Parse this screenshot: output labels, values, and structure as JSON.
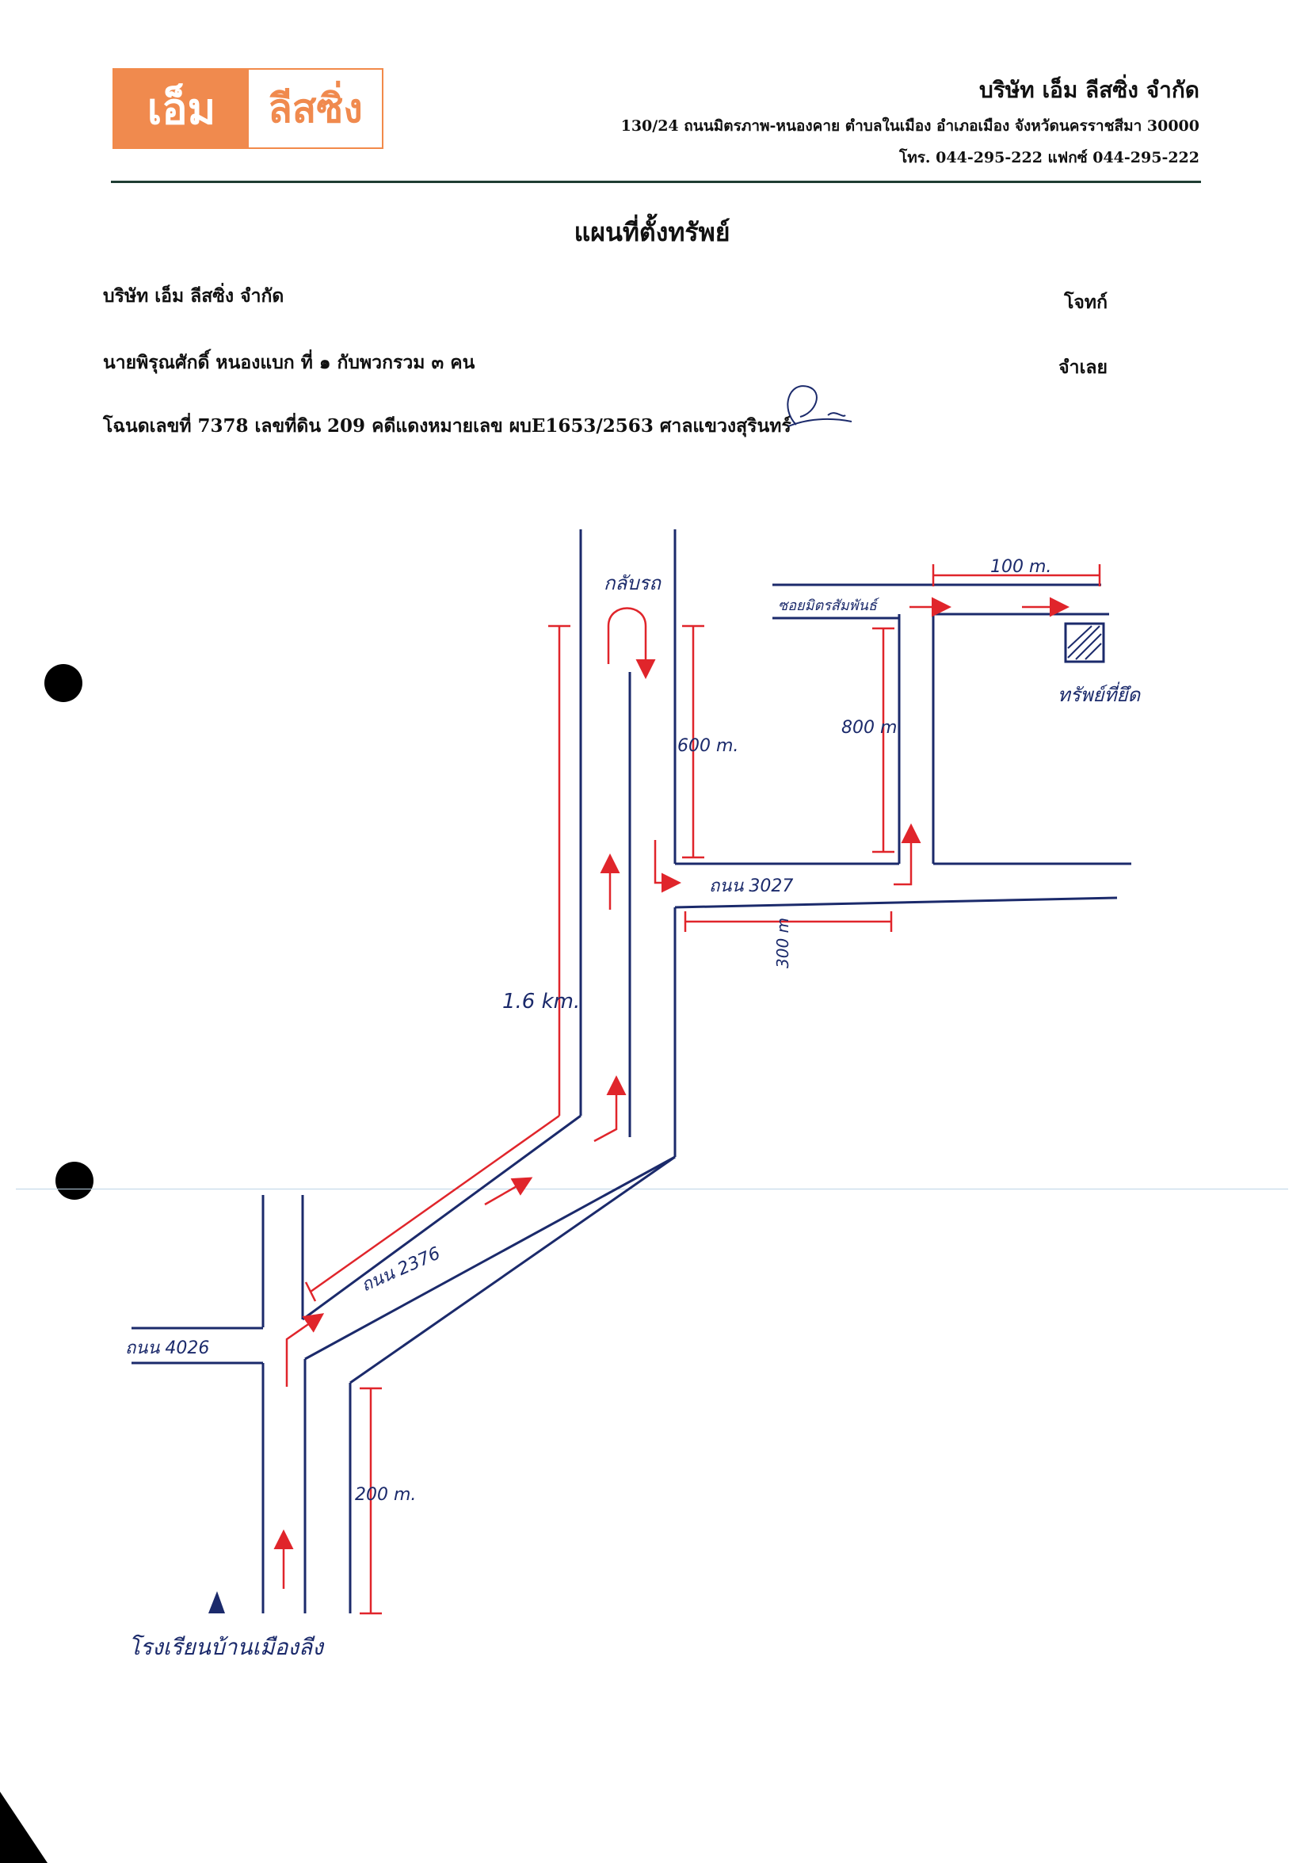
{
  "header": {
    "logo_part1": "เอ็ม",
    "logo_part2": "ลีสซิ่ง",
    "company_name": "บริษัท เอ็ม ลีสซิ่ง จำกัด",
    "address": "130/24 ถนนมิตรภาพ-หนองคาย ตำบลในเมือง อำเภอเมือง จังหวัดนครราชสีมา 30000",
    "contact": "โทร. 044-295-222   แฟกซ์ 044-295-222"
  },
  "title": "แผนที่ตั้งทรัพย์",
  "parties": {
    "plaintiff_name": "บริษัท เอ็ม ลีสซิ่ง จำกัด",
    "plaintiff_role": "โจทก์",
    "defendant_name": "นายพิรุณศักดิ์ หนองแบก ที่ ๑ กับพวกรวม ๓ คน",
    "defendant_role": "จำเลย"
  },
  "deed_line": "โฉนดเลขที่ 7378 เลขที่ดิน 209 คดีแดงหมายเลข ผบE1653/2563 ศาลแขวงสุรินทร์",
  "map": {
    "labels": {
      "u_turn": "กลับรถ",
      "soi": "ซอยมิตรสัมพันธ์",
      "dist_100m": "100 m.",
      "dist_600m": "600 m.",
      "dist_800m": "800 m",
      "road_3027": "ถนน 3027",
      "dist_300m": "300 m",
      "dist_1_6km": "1.6 km.",
      "road_2376": "ถนน 2376",
      "road_4026": "ถนน 4026",
      "dist_200m": "200 m.",
      "property": "ทรัพย์ที่ยึด",
      "start_point": "โรงเรียนบ้านเมืองลีง"
    },
    "colors": {
      "road": "#1b2a6b",
      "route": "#e0252b"
    }
  }
}
